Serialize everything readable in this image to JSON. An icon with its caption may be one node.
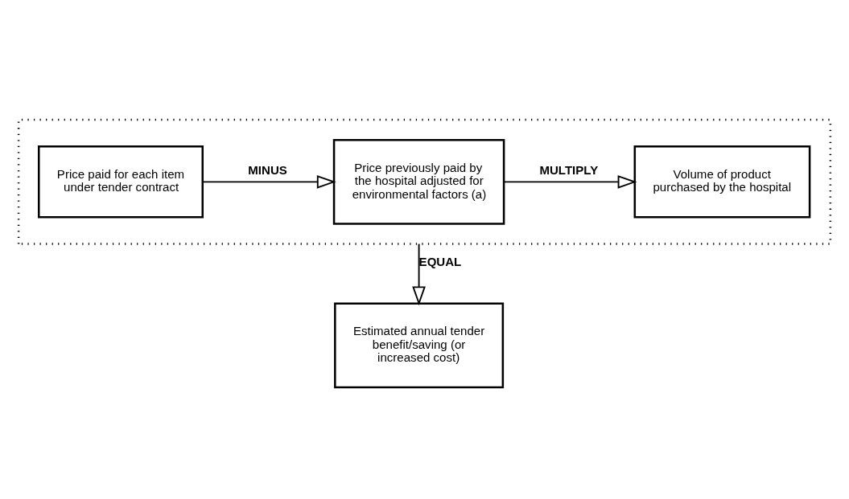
{
  "diagram": {
    "nodes": [
      {
        "text": [],
        "shape": "box"
      },
      {
        "text": [
          "Price paid for each item under tender contract"
        ],
        "in": 0
      },
      {
        "text": [
          "Price previously paid by the hospital adjusted for environmental factors (a)"
        ],
        "in": 0
      },
      {
        "text": [
          "Volume of product purchased by the hospital"
        ],
        "in": 0
      },
      {
        "text": [
          "Estimated annual tender benefit/saving (or increased cost)"
        ]
      }
    ],
    "edges": [
      {
        "from": 1,
        "to": 2,
        "arrow": "to",
        "label": "MINUS"
      },
      {
        "from": 2,
        "to": 3,
        "arrow": "to",
        "label": "MULTIPLY"
      },
      {
        "from": 0,
        "to": 4,
        "arrow": "to",
        "label": "EQUAL"
      }
    ]
  }
}
